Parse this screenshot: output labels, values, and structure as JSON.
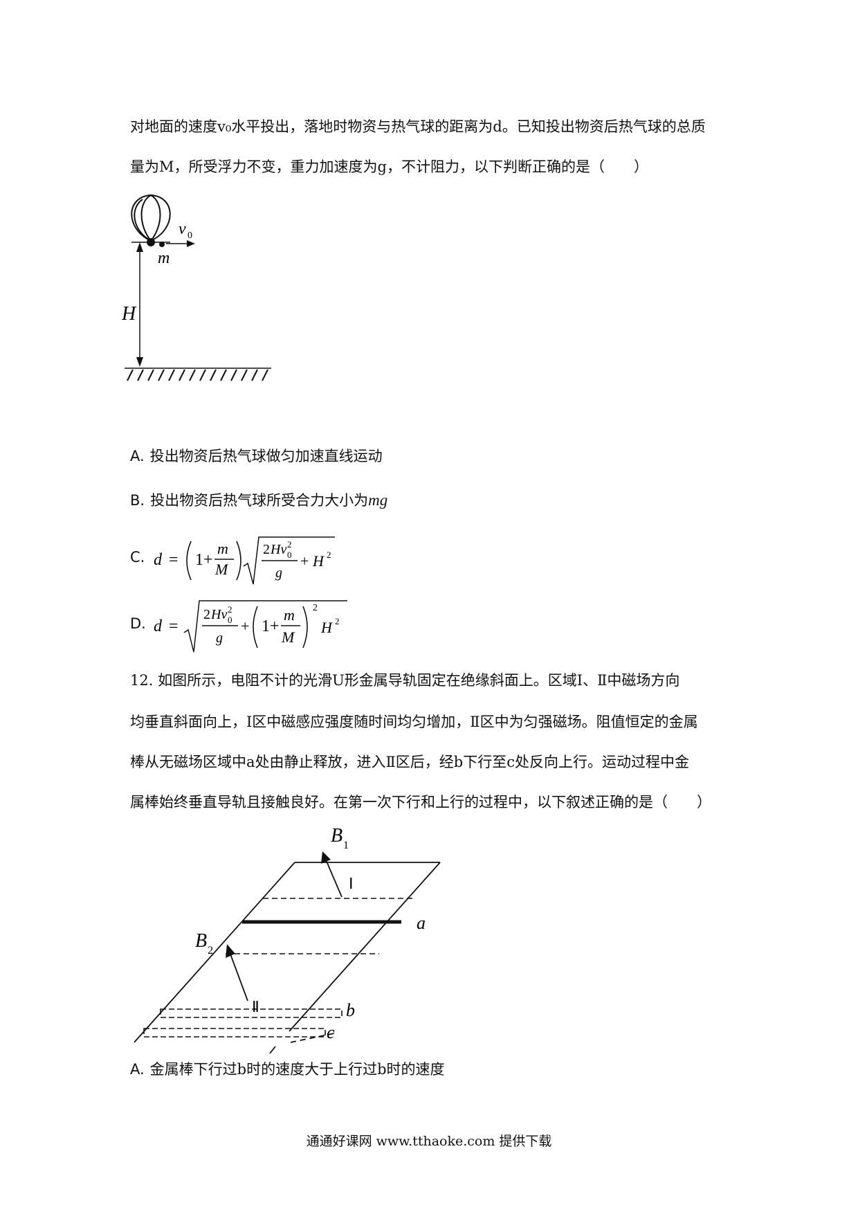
{
  "q11": {
    "line1": "对地面的速度v₀水平投出，落地时物资与热气球的距离为d。已知投出物资后热气球的总质",
    "line2": "量为M，所受浮力不变，重力加速度为g，不计阻力，以下判断正确的是（　　）",
    "figure": {
      "v0_label": "v",
      "v0_sub": "0",
      "m_label": "m",
      "H_label": "H"
    },
    "options": {
      "A": {
        "label": "A.",
        "text": "投出物资后热气球做匀加速直线运动"
      },
      "B": {
        "label": "B.",
        "text": "投出物资后热气球所受合力大小为",
        "formula": "mg"
      },
      "C": {
        "label": "C."
      },
      "D": {
        "label": "D."
      }
    }
  },
  "q12": {
    "line1": "12. 如图所示，电阻不计的光滑U形金属导轨固定在绝缘斜面上。区域Ⅰ、Ⅱ中磁场方向",
    "line2": "均垂直斜面向上，Ⅰ区中磁感应强度随时间均匀增加，Ⅱ区中为匀强磁场。阻值恒定的金属",
    "line3": "棒从无磁场区域中a处由静止释放，进入Ⅱ区后，经b下行至c处反向上行。运动过程中金",
    "line4": "属棒始终垂直导轨且接触良好。在第一次下行和上行的过程中，以下叙述正确的是（　　）",
    "figure": {
      "B1": "B",
      "B1_sub": "1",
      "B2": "B",
      "B2_sub": "2",
      "region1": "Ⅰ",
      "region2": "Ⅱ",
      "a": "a",
      "b": "b",
      "c": "c"
    },
    "options": {
      "A": {
        "label": "A.",
        "text": "金属棒下行过b时的速度大于上行过b时的速度"
      }
    }
  },
  "footer": "通通好课网  www.tthaoke.com  提供下载"
}
